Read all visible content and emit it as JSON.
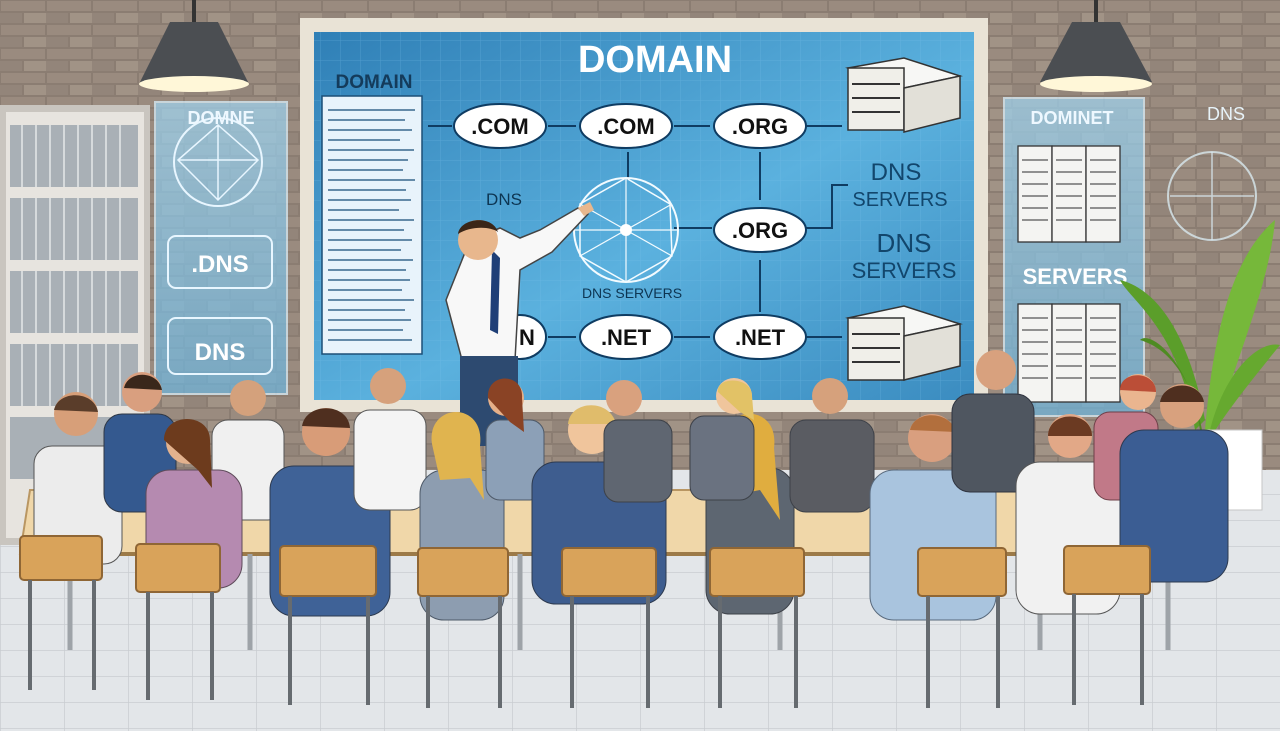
{
  "main_board": {
    "title": "DOMAIN",
    "list_heading": "DOMAIN",
    "nodes": {
      "com_1": ".COM",
      "com_2": ".COM",
      "org_top": ".ORG",
      "org_mid": ".ORG",
      "net_partial": "N",
      "net_center": ".NET",
      "net_right": ".NET"
    },
    "dns_small": "DNS",
    "hub_label": "DNS SERVERS",
    "right_label_1_a": "DNS",
    "right_label_1_b": "SERVERS",
    "right_label_2_a": "DNS",
    "right_label_2_b": "SERVERS"
  },
  "left_panel": {
    "heading": "DOMNE",
    "label_1": ".DNS",
    "label_2": "DNS"
  },
  "right_panel": {
    "heading": "DOMINET",
    "label": "SERVERS"
  },
  "wall_sign": {
    "label": "DNS"
  },
  "colors": {
    "brick_wall": "#8b7d72",
    "board_blue": "#3f93c6",
    "board_frame": "#e9e3d6",
    "node_fill": "#ffffff",
    "floor": "#dfe3e6",
    "table": "#f0d7a9",
    "chair": "#d9a35a"
  }
}
